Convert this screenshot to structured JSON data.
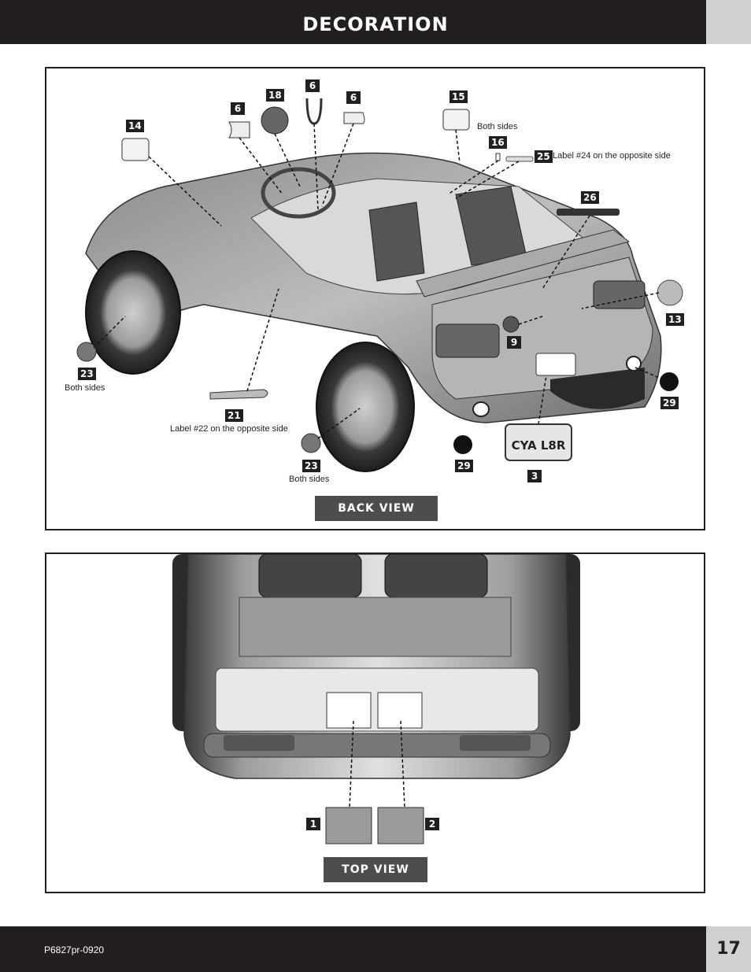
{
  "header": {
    "title": "DECORATION"
  },
  "back_view": {
    "button": "BACK VIEW",
    "callouts": [
      {
        "id": "14",
        "text": "14"
      },
      {
        "id": "6a",
        "text": "6"
      },
      {
        "id": "18",
        "text": "18"
      },
      {
        "id": "6b",
        "text": "6"
      },
      {
        "id": "6c",
        "text": "6"
      },
      {
        "id": "15",
        "text": "15"
      },
      {
        "id": "16",
        "text": "16"
      },
      {
        "id": "25",
        "text": "25"
      },
      {
        "id": "26",
        "text": "26"
      },
      {
        "id": "13",
        "text": "13"
      },
      {
        "id": "9",
        "text": "9"
      },
      {
        "id": "23a",
        "text": "23"
      },
      {
        "id": "21",
        "text": "21"
      },
      {
        "id": "23b",
        "text": "23"
      },
      {
        "id": "29a",
        "text": "29"
      },
      {
        "id": "29b",
        "text": "29"
      },
      {
        "id": "3",
        "text": "3"
      }
    ],
    "notes": {
      "both_sides_15": "Both sides",
      "label_25": "Label #24 on the opposite side",
      "both_sides_23a": "Both sides",
      "label_21": "Label #22 on the opposite side",
      "both_sides_23b": "Both sides"
    },
    "plate_text": "CYA L8R"
  },
  "top_view": {
    "button": "TOP VIEW",
    "callouts": [
      {
        "id": "1",
        "text": "1"
      },
      {
        "id": "2",
        "text": "2"
      }
    ]
  },
  "footer": {
    "code": "P6827pr-0920",
    "page": "17"
  }
}
